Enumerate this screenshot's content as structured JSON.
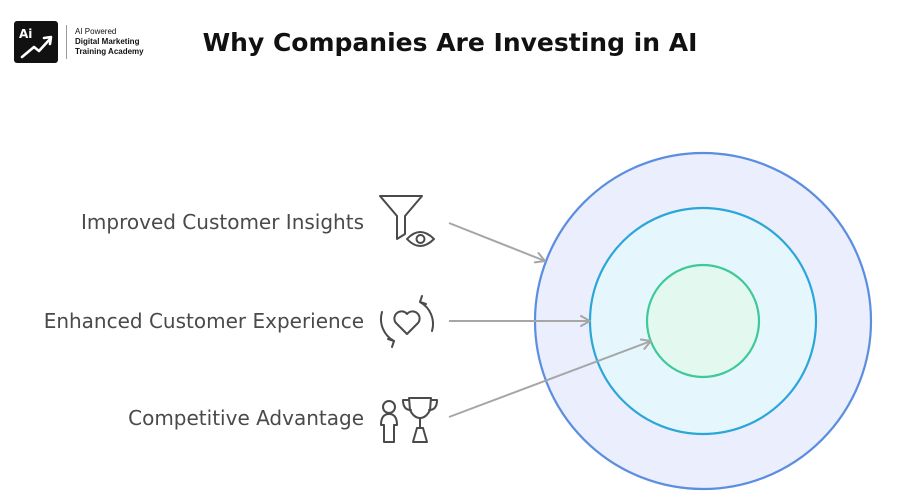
{
  "logo": {
    "mark_text": "Ai",
    "line1": "AI Powered",
    "line2": "Digital Marketing",
    "line3": "Training Academy"
  },
  "title": "Why Companies Are Investing in AI",
  "items": [
    {
      "label": "Improved Customer Insights",
      "icon": "funnel-eye-icon"
    },
    {
      "label": "Enhanced Customer Experience",
      "icon": "heart-cycle-icon"
    },
    {
      "label": "Competitive Advantage",
      "icon": "person-trophy-icon"
    }
  ],
  "colors": {
    "outer_fill": "#ebeefc",
    "outer_stroke": "#5b8de0",
    "middle_fill": "#e6f6fd",
    "middle_stroke": "#2aa6d8",
    "inner_fill": "#e3f8ee",
    "inner_stroke": "#3ec99a",
    "arrow": "#a6a6a6",
    "icon": "#4a4a4a",
    "text": "#4a4a4a"
  }
}
